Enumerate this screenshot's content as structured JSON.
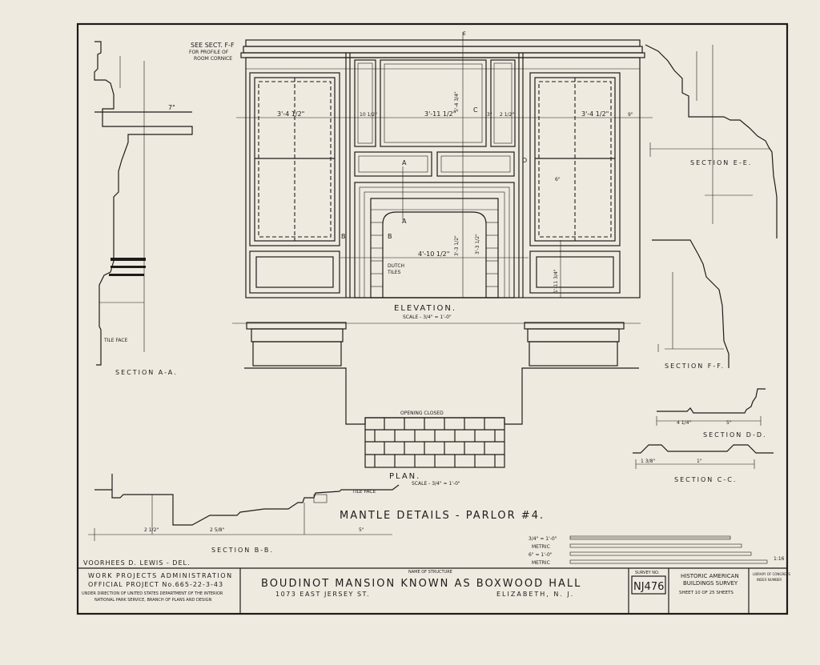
{
  "drawing": {
    "notes": {
      "cornice_note": [
        "SEE SECT. F-F",
        "FOR PROFILE OF",
        "ROOM CORNICE"
      ],
      "dutch_tiles": [
        "DUTCH",
        "TILES"
      ],
      "tile_face": "TILE FACE",
      "tile_face_b": "TILE FACE",
      "opening_closed": "OPENING CLOSED"
    },
    "section_labels": {
      "a": "SECTION A-A.",
      "b": "SECTION B-B.",
      "c": "SECTION C-C.",
      "d": "SECTION D-D.",
      "e": "SECTION E-E.",
      "f": "SECTION F-F."
    },
    "elevation": {
      "label": "ELEVATION.",
      "scale": "SCALE - 3/4\" = 1'-0\""
    },
    "plan": {
      "label": "PLAN.",
      "scale": "SCALE - 3/4\" = 1'-0\""
    },
    "main_title": "MANTLE DETAILS - PARLOR #4.",
    "cut_marks": {
      "a": "A",
      "b": "B",
      "c": "C",
      "d": "D",
      "e": "E"
    },
    "dimensions": {
      "panel_width": "3'-4 1/2\"",
      "center_width": "3'-11 1/2\"",
      "opening_width": "4'-10 1/2\"",
      "overall_height": "5'-4 3/4\"",
      "opening_height": "3'-3 1/2\"",
      "left_panel_height": "1'-11 3/4\"",
      "opening_height_alt": "3'-3 1/2\"",
      "small_a": "10 1/2\"",
      "small_b": "2 1/2\"",
      "small_c": "9\"",
      "small_d": "7\"",
      "small_e": "5\"",
      "small_f": "4 1/4\"",
      "small_g": "1 3/8\"",
      "small_h": "1\"",
      "small_i": "2 1/2\"",
      "small_j": "3\"",
      "small_k": "2 5/8\"",
      "small_l": "6\""
    },
    "credits": {
      "delineator": "VOORHEES D. LEWIS - DEL."
    },
    "scale_bars": [
      {
        "label": "3/4\" = 1'-0\""
      },
      {
        "label": "METRIC"
      },
      {
        "label": "6\" = 1'-0\""
      },
      {
        "label": "METRIC"
      }
    ],
    "scale_bar_note": "1:16"
  },
  "title_block": {
    "wpa": {
      "line1": "WORK PROJECTS ADMINISTRATION",
      "line2": "OFFICIAL PROJECT No.665-22-3-43",
      "line3": "UNDER DIRECTION OF UNITED STATES DEPARTMENT OF THE INTERIOR",
      "line4": "NATIONAL PARK SERVICE, BRANCH OF PLANS AND DESIGN"
    },
    "structure": {
      "caption": "NAME OF STRUCTURE",
      "name": "BOUDINOT MANSION KNOWN AS BOXWOOD HALL",
      "address": "1073 EAST JERSEY ST.",
      "city": "ELIZABETH, N. J."
    },
    "survey": {
      "caption": "SURVEY NO.",
      "number": "NJ476"
    },
    "habs": {
      "line1": "HISTORIC AMERICAN",
      "line2": "BUILDINGS SURVEY",
      "sheet": "SHEET 10 OF 25 SHEETS"
    },
    "library": {
      "line1": "LIBRARY OF CONGRESS",
      "line2": "INDEX NUMBER"
    }
  }
}
